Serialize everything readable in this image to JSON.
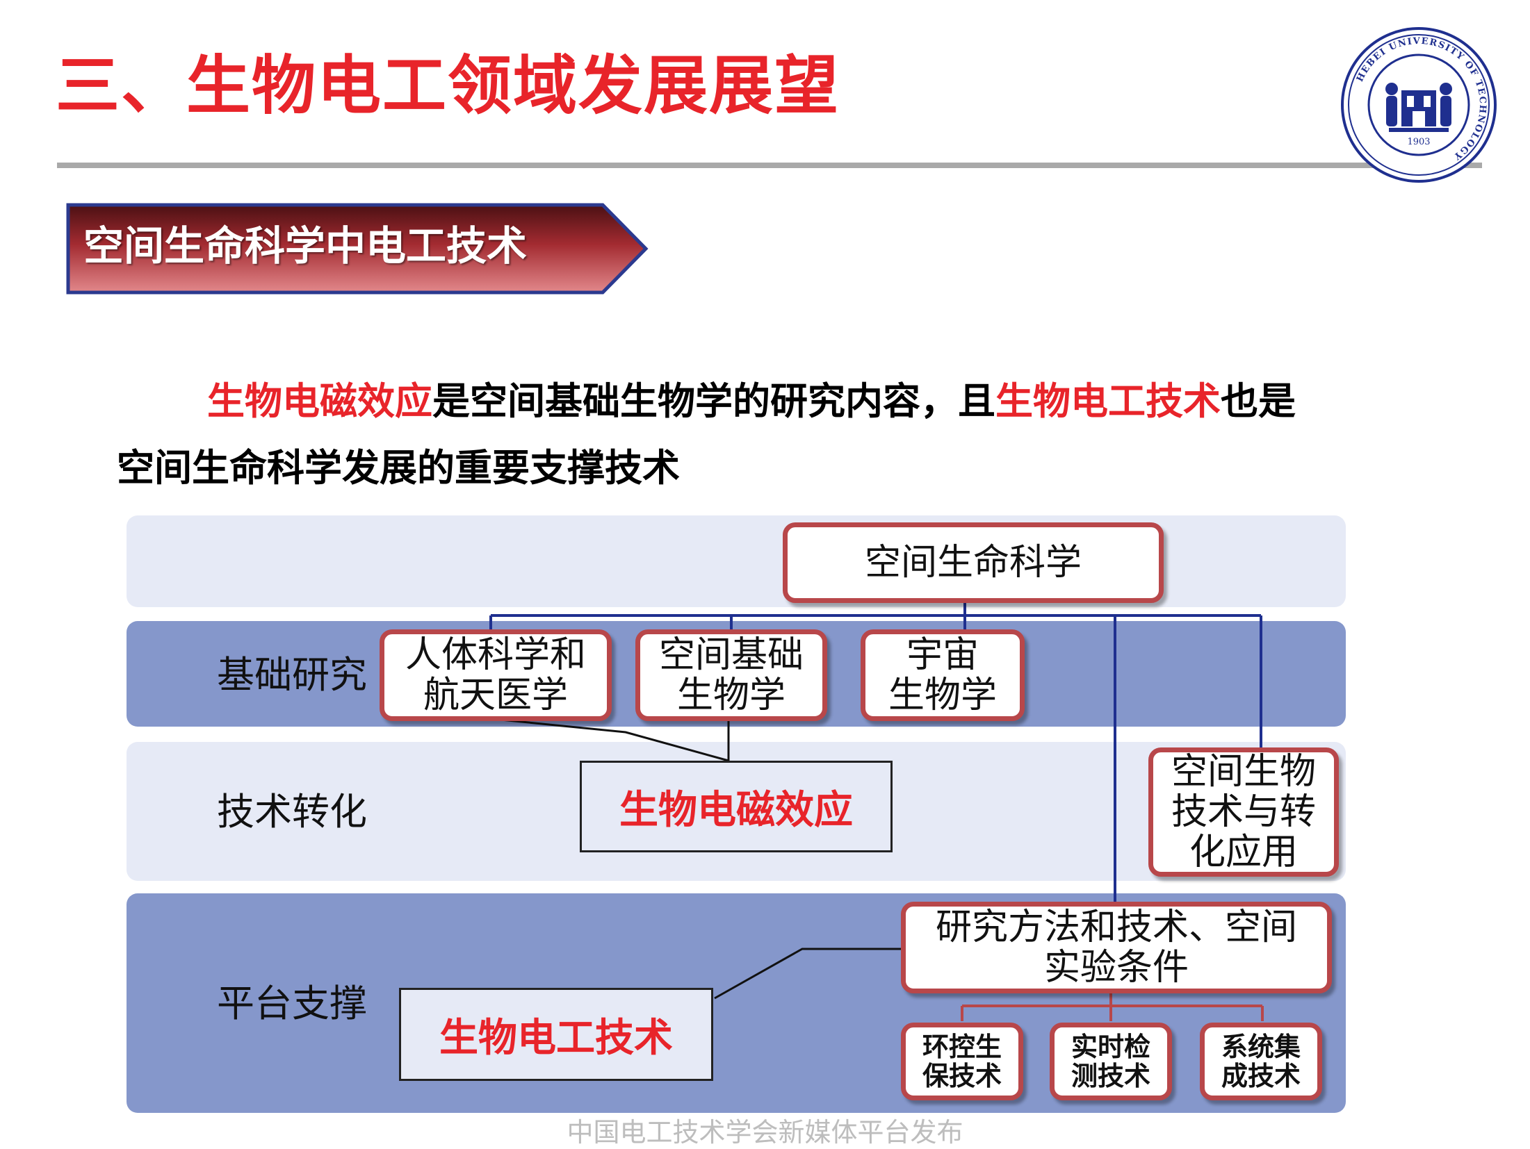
{
  "header": {
    "title": "三、生物电工领域发展展望",
    "emblem": {
      "icon": "university-seal-icon",
      "ring_text": "HEBEI UNIVERSITY OF TECHNOLOGY",
      "year": "1903"
    }
  },
  "section_tag": {
    "label": "空间生命科学中电工技术"
  },
  "intro": {
    "highlight_1": "生物电磁效应",
    "text_1": "是空间基础生物学的研究内容，且",
    "highlight_2": "生物电工技术",
    "text_2": "也是",
    "text_3": "空间生命科学发展的重要支撑技术"
  },
  "diagram": {
    "root": "空间生命科学",
    "rows": {
      "basic_research": "基础研究",
      "tech_transfer": "技术转化",
      "platform_support": "平台支撑"
    },
    "nodes": {
      "human_science": [
        "人体科学和",
        "航天医学"
      ],
      "space_basic_biology": [
        "空间基础",
        "生物学"
      ],
      "cosmic_biology": [
        "宇宙",
        "生物学"
      ],
      "space_biotech": [
        "空间生物",
        "技术与转",
        "化应用"
      ],
      "research_methods": [
        "研究方法和技术、空间",
        "实验条件"
      ],
      "eclss": [
        "环控生",
        "保技术"
      ],
      "realtime_detection": [
        "实时检",
        "测技术"
      ],
      "system_integration": [
        "系统集",
        "成技术"
      ]
    },
    "focus": {
      "bioelectromagnetic_effect": "生物电磁效应",
      "bioelectrical_technology": "生物电工技术"
    },
    "colors": {
      "accent_red": "#e8242a",
      "node_border": "#b8474a",
      "connector_blue": "#1f2f8f",
      "band_light": "#e6eaf6",
      "band_dark": "#8597cb"
    }
  },
  "footer": {
    "note": "中国电工技术学会新媒体平台发布"
  }
}
